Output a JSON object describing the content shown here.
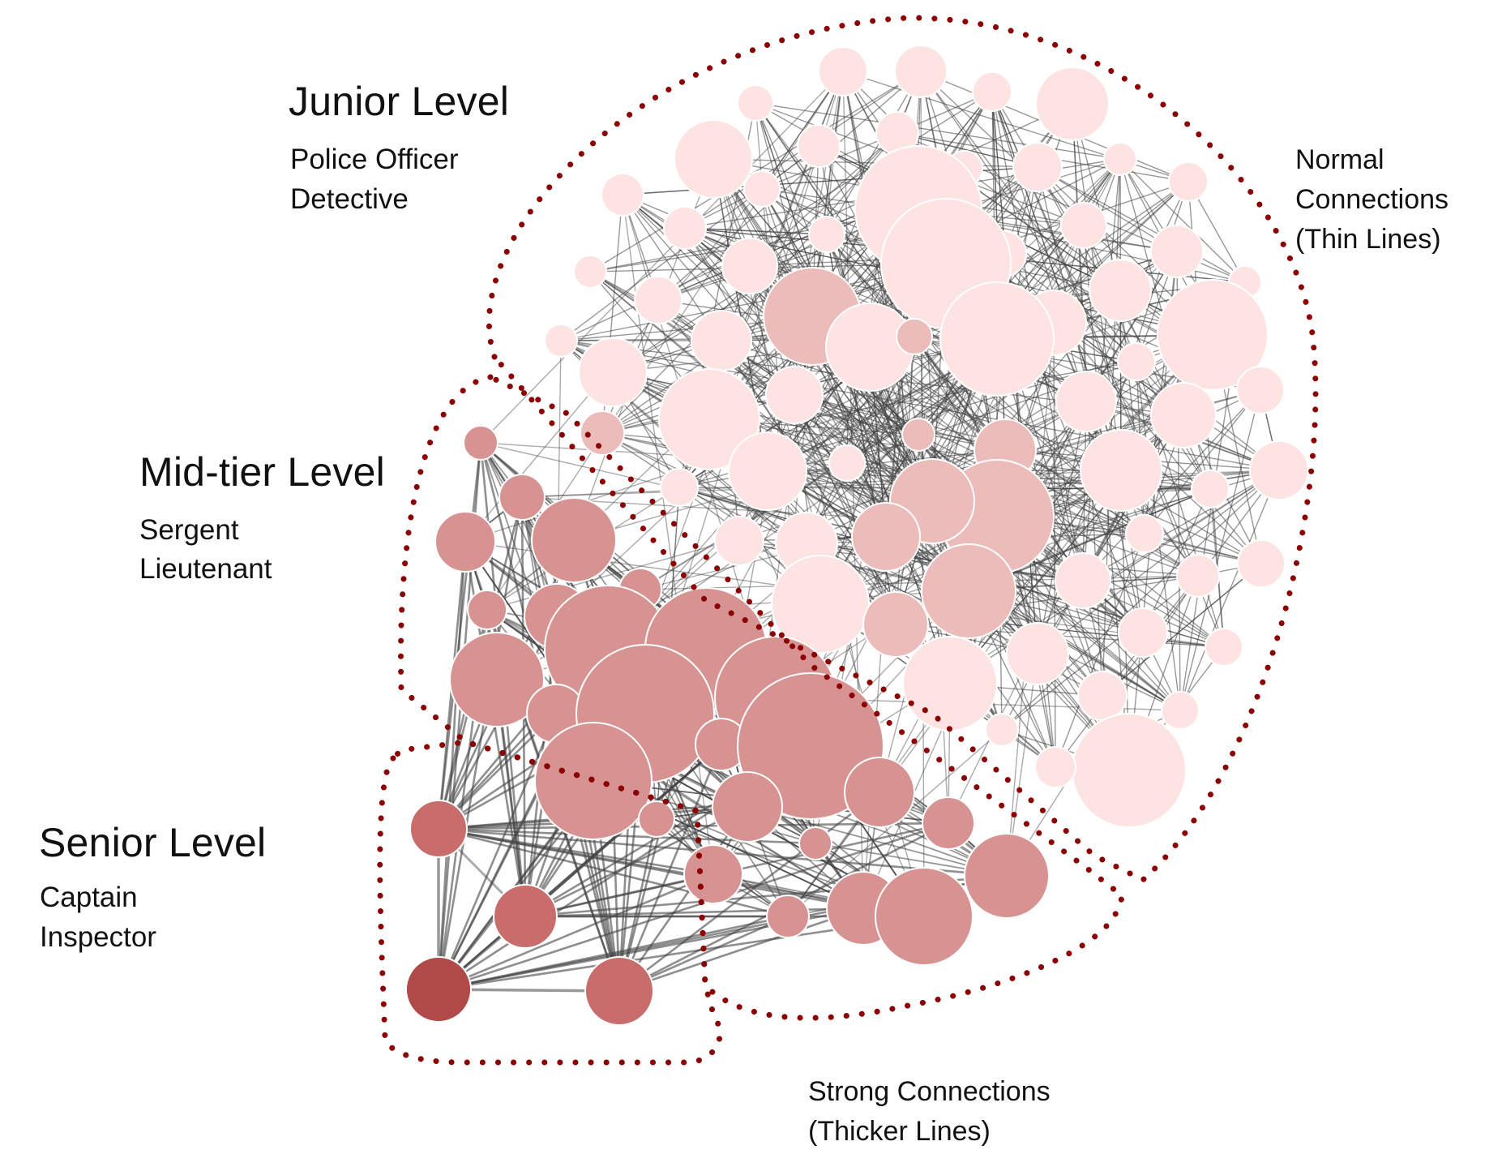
{
  "groups": {
    "junior": {
      "title": "Junior Level",
      "roles": [
        "Police Officer",
        "Detective"
      ],
      "fill": "#fde3e1"
    },
    "mid": {
      "title": "Mid-tier Level",
      "roles": [
        "Sergent",
        "Lieutenant"
      ],
      "fill": "#d79392"
    },
    "senior": {
      "title": "Senior Level",
      "roles": [
        "Captain",
        "Inspector"
      ],
      "fill": "#c86d6c"
    }
  },
  "annotations": {
    "normal": [
      "Normal",
      "Connections",
      "(Thin Lines)"
    ],
    "strong": [
      "Strong Connections",
      "(Thicker Lines)"
    ]
  },
  "colors": {
    "boundary": "#8b0000",
    "edge": "#444444",
    "node_stroke": "#ffffff",
    "junior_alt": "#ecbcba",
    "senior_dark": "#b04a48"
  }
}
